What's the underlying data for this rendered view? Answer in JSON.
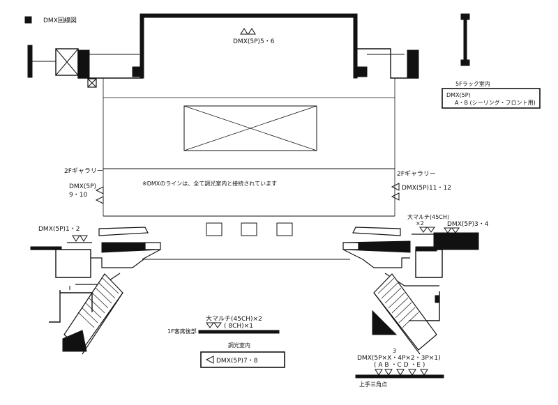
{
  "legend": {
    "text": "DMX回線図"
  },
  "labels": {
    "dmx_5_6": "DMX(5P)5・6",
    "rack_5f_title": "5Fラック室内",
    "rack_5f_line1": "DMX(5P)",
    "rack_5f_line2": "A・B (シーリング・フロント用)",
    "gallery_left": "2Fギャラリー",
    "gallery_right": "2Fギャラリー",
    "dmx_9_10_a": "DMX(5P)",
    "dmx_9_10_b": "9・10",
    "dmx_11_12": "DMX(5P)11・12",
    "note": "※DMXのラインは、全て調光室内と接続されています",
    "dmx_1_2": "DMX(5P)1・2",
    "multi_45_right": "大マルチ(45CH)",
    "x2_right": "×2",
    "dmx_3_4": "DMX(5P)3・4",
    "multi_45_center": "大マルチ(45CH)×2",
    "multi_8_center": "( 8CH)×1",
    "floor_1f": "1F客席後部",
    "ctrl_room": "調光室内",
    "dmx_7_8": "DMX(5P)7・8",
    "dmx_mix_super": "3",
    "dmx_mix": "DMX(5P×X・4P×2・3P×1)",
    "dmx_mix_sub": "( A B ・C D ・E )",
    "stage_right": "上手三角点"
  }
}
